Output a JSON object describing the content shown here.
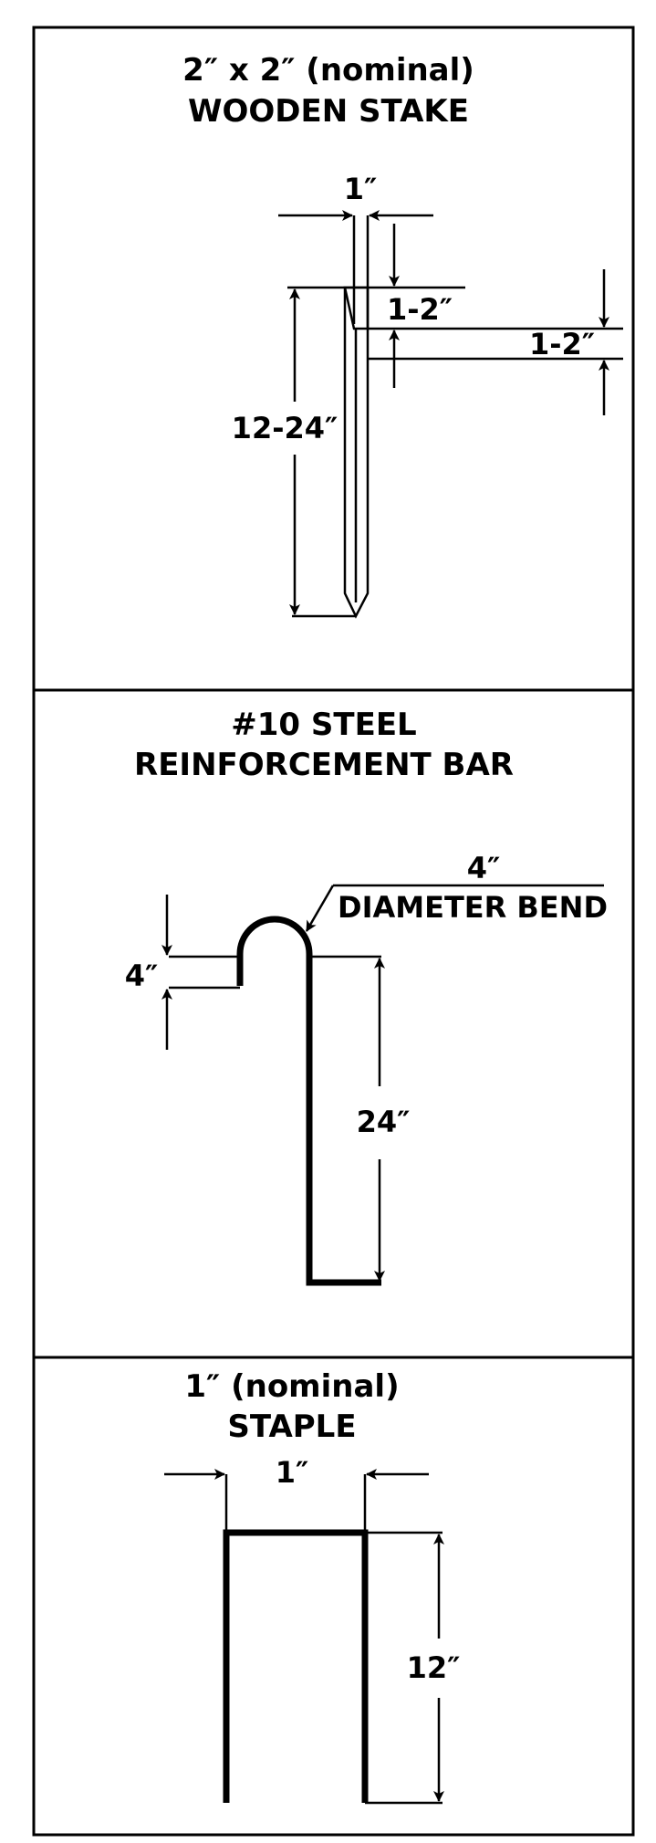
{
  "panels": [
    {
      "title_line1": "2″ x 2″ (nominal)",
      "title_line2": "WOODEN STAKE",
      "dims": {
        "width": "1″",
        "taper_top": "1-2″",
        "taper_side": "1-2″",
        "length": "12-24″"
      }
    },
    {
      "title_line1": "#10 STEEL",
      "title_line2": "REINFORCEMENT BAR",
      "dims": {
        "bend_diameter": "4″",
        "bend_label": "DIAMETER BEND",
        "hook": "4″",
        "length": "24″"
      }
    },
    {
      "title_line1": "1″ (nominal)",
      "title_line2": "STAPLE",
      "dims": {
        "width": "1″",
        "length": "12″"
      }
    }
  ]
}
